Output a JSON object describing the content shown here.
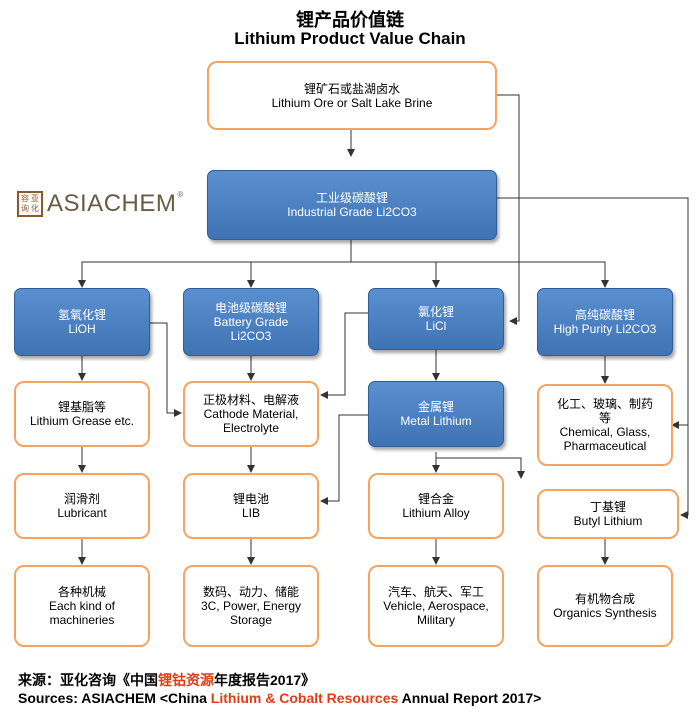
{
  "title": {
    "cn": "锂产品价值链",
    "en": "Lithium Product Value Chain"
  },
  "logo": {
    "seal_text": "容亚询化",
    "brand": "ASIACHEM",
    "reg_mark": "®"
  },
  "nodes": {
    "ore": {
      "cn": "锂矿石或盐湖卤水",
      "en": "Lithium Ore or Salt Lake Brine"
    },
    "industrial": {
      "cn": "工业级碳酸锂",
      "en": "Industrial Grade Li2CO3"
    },
    "lioh": {
      "cn": "氢氧化锂",
      "en": "LiOH"
    },
    "battery": {
      "cn": "电池级碳酸锂",
      "en1": "Battery Grade",
      "en2": "Li2CO3"
    },
    "licl": {
      "cn": "氯化锂",
      "en": "LiCl"
    },
    "highpurity": {
      "cn": "高纯碳酸锂",
      "en": "High Purity Li2CO3"
    },
    "grease": {
      "cn": "锂基脂等",
      "en": "Lithium Grease etc."
    },
    "cathode": {
      "cn": "正极材料、电解液",
      "en1": "Cathode Material,",
      "en2": "Electrolyte"
    },
    "metal": {
      "cn": "金属锂",
      "en": "Metal Lithium"
    },
    "chemical": {
      "cn1": "化工、玻璃、制药",
      "cn2": "等",
      "en1": "Chemical, Glass,",
      "en2": "Pharmaceutical"
    },
    "lubricant": {
      "cn": "润滑剂",
      "en": "Lubricant"
    },
    "lib": {
      "cn": "锂电池",
      "en": "LIB"
    },
    "alloy": {
      "cn": "锂合金",
      "en": "Lithium Alloy"
    },
    "butyl": {
      "cn": "丁基锂",
      "en": "Butyl Lithium"
    },
    "machinery": {
      "cn": "各种机械",
      "en1": "Each kind of",
      "en2": "machineries"
    },
    "power": {
      "cn": "数码、动力、储能",
      "en1": "3C, Power, Energy",
      "en2": "Storage"
    },
    "vehicle": {
      "cn": "汽车、航天、军工",
      "en1": "Vehicle, Aerospace,",
      "en2": "Military"
    },
    "organics": {
      "cn": "有机物合成",
      "en": "Organics Synthesis"
    }
  },
  "source": {
    "cn_pre": "来源：亚化咨询《中国",
    "cn_red": "锂钴资源",
    "cn_post": "年度报告2017》",
    "en_pre": "Sources: ASIACHEM <China ",
    "en_red": "Lithium & Cobalt Resources",
    "en_post": " Annual Report 2017>"
  },
  "colors": {
    "box_border": "#f4a460",
    "blue_fill": "#4a7fc1",
    "source_red": "#e03c1a"
  }
}
